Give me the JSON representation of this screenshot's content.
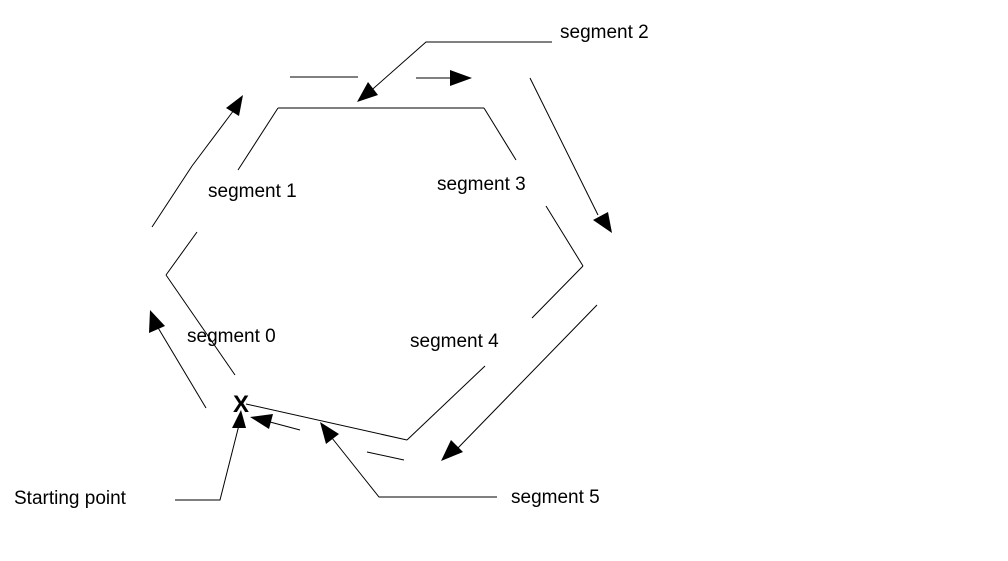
{
  "segments": {
    "s0": "segment 0",
    "s1": "segment 1",
    "s2": "segment 2",
    "s3": "segment 3",
    "s4": "segment 4",
    "s5": "segment 5"
  },
  "starting_point": {
    "label": "Starting point",
    "marker": "X"
  },
  "colors": {
    "line": "#000000",
    "background": "#ffffff"
  }
}
